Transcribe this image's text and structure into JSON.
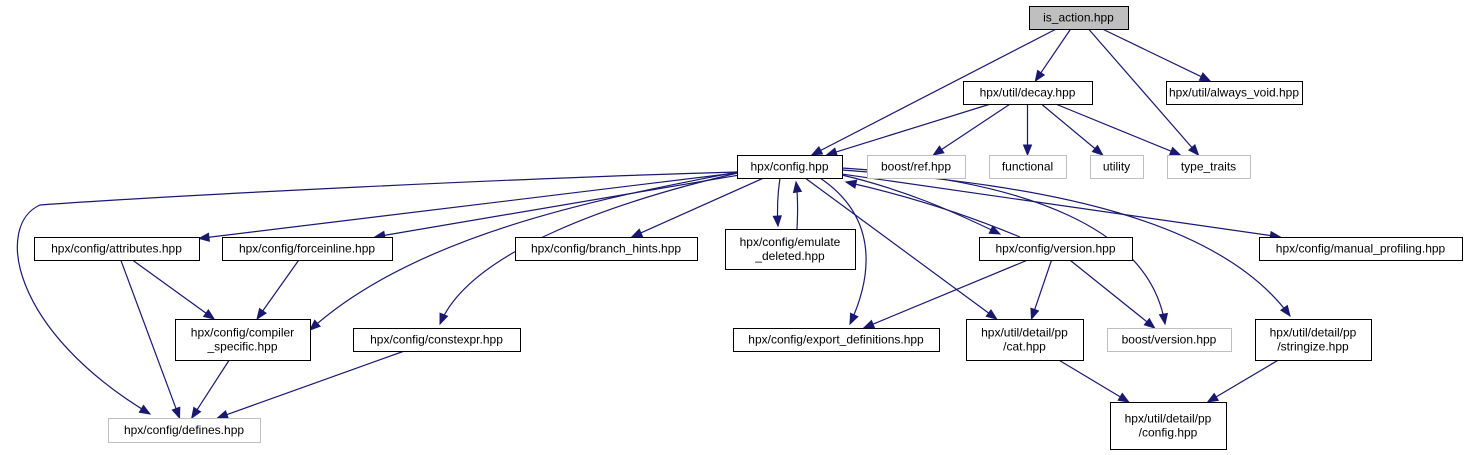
{
  "graph": {
    "colors": {
      "edge": "#191970",
      "node_border": "#000000",
      "external_node_border": "#bfbfbf",
      "root_fill": "#bfbfbf",
      "background": "#ffffff"
    },
    "nodes": [
      {
        "id": "is_action",
        "lines": [
          "is_action.hpp"
        ],
        "kind": "root"
      },
      {
        "id": "decay",
        "lines": [
          "hpx/util/decay.hpp"
        ],
        "kind": "normal"
      },
      {
        "id": "always_void",
        "lines": [
          "hpx/util/always_void.hpp"
        ],
        "kind": "normal"
      },
      {
        "id": "config",
        "lines": [
          "hpx/config.hpp"
        ],
        "kind": "normal"
      },
      {
        "id": "boost_ref",
        "lines": [
          "boost/ref.hpp"
        ],
        "kind": "external"
      },
      {
        "id": "functional",
        "lines": [
          "functional"
        ],
        "kind": "external"
      },
      {
        "id": "utility",
        "lines": [
          "utility"
        ],
        "kind": "external"
      },
      {
        "id": "type_traits",
        "lines": [
          "type_traits"
        ],
        "kind": "external"
      },
      {
        "id": "attributes",
        "lines": [
          "hpx/config/attributes.hpp"
        ],
        "kind": "normal"
      },
      {
        "id": "forceinline",
        "lines": [
          "hpx/config/forceinline.hpp"
        ],
        "kind": "normal"
      },
      {
        "id": "branch_hints",
        "lines": [
          "hpx/config/branch_hints.hpp"
        ],
        "kind": "normal"
      },
      {
        "id": "emulate_deleted",
        "lines": [
          "hpx/config/emulate",
          "_deleted.hpp"
        ],
        "kind": "normal"
      },
      {
        "id": "version",
        "lines": [
          "hpx/config/version.hpp"
        ],
        "kind": "normal"
      },
      {
        "id": "manual_profiling",
        "lines": [
          "hpx/config/manual_profiling.hpp"
        ],
        "kind": "normal"
      },
      {
        "id": "compiler_specific",
        "lines": [
          "hpx/config/compiler",
          "_specific.hpp"
        ],
        "kind": "normal"
      },
      {
        "id": "constexpr",
        "lines": [
          "hpx/config/constexpr.hpp"
        ],
        "kind": "normal"
      },
      {
        "id": "export_definitions",
        "lines": [
          "hpx/config/export_definitions.hpp"
        ],
        "kind": "normal"
      },
      {
        "id": "pp_cat",
        "lines": [
          "hpx/util/detail/pp",
          "/cat.hpp"
        ],
        "kind": "normal"
      },
      {
        "id": "boost_version",
        "lines": [
          "boost/version.hpp"
        ],
        "kind": "external"
      },
      {
        "id": "pp_stringize",
        "lines": [
          "hpx/util/detail/pp",
          "/stringize.hpp"
        ],
        "kind": "normal"
      },
      {
        "id": "defines",
        "lines": [
          "hpx/config/defines.hpp"
        ],
        "kind": "external"
      },
      {
        "id": "pp_config",
        "lines": [
          "hpx/util/detail/pp",
          "/config.hpp"
        ],
        "kind": "normal"
      }
    ],
    "edges": [
      {
        "from": "is_action",
        "to": "decay"
      },
      {
        "from": "is_action",
        "to": "always_void"
      },
      {
        "from": "is_action",
        "to": "config"
      },
      {
        "from": "is_action",
        "to": "type_traits"
      },
      {
        "from": "decay",
        "to": "config"
      },
      {
        "from": "decay",
        "to": "boost_ref"
      },
      {
        "from": "decay",
        "to": "functional"
      },
      {
        "from": "decay",
        "to": "utility"
      },
      {
        "from": "decay",
        "to": "type_traits"
      },
      {
        "from": "config",
        "to": "defines"
      },
      {
        "from": "config",
        "to": "attributes"
      },
      {
        "from": "config",
        "to": "forceinline"
      },
      {
        "from": "config",
        "to": "compiler_specific"
      },
      {
        "from": "config",
        "to": "constexpr"
      },
      {
        "from": "config",
        "to": "branch_hints"
      },
      {
        "from": "config",
        "to": "emulate_deleted"
      },
      {
        "from": "emulate_deleted",
        "to": "config"
      },
      {
        "from": "config",
        "to": "export_definitions"
      },
      {
        "from": "config",
        "to": "version"
      },
      {
        "from": "version",
        "to": "config"
      },
      {
        "from": "config",
        "to": "pp_cat"
      },
      {
        "from": "config",
        "to": "boost_version"
      },
      {
        "from": "config",
        "to": "pp_stringize"
      },
      {
        "from": "config",
        "to": "manual_profiling"
      },
      {
        "from": "attributes",
        "to": "compiler_specific"
      },
      {
        "from": "attributes",
        "to": "defines"
      },
      {
        "from": "forceinline",
        "to": "compiler_specific"
      },
      {
        "from": "compiler_specific",
        "to": "defines"
      },
      {
        "from": "constexpr",
        "to": "defines"
      },
      {
        "from": "version",
        "to": "export_definitions"
      },
      {
        "from": "version",
        "to": "pp_cat"
      },
      {
        "from": "version",
        "to": "boost_version"
      },
      {
        "from": "pp_cat",
        "to": "pp_config"
      },
      {
        "from": "pp_stringize",
        "to": "pp_config"
      }
    ]
  }
}
